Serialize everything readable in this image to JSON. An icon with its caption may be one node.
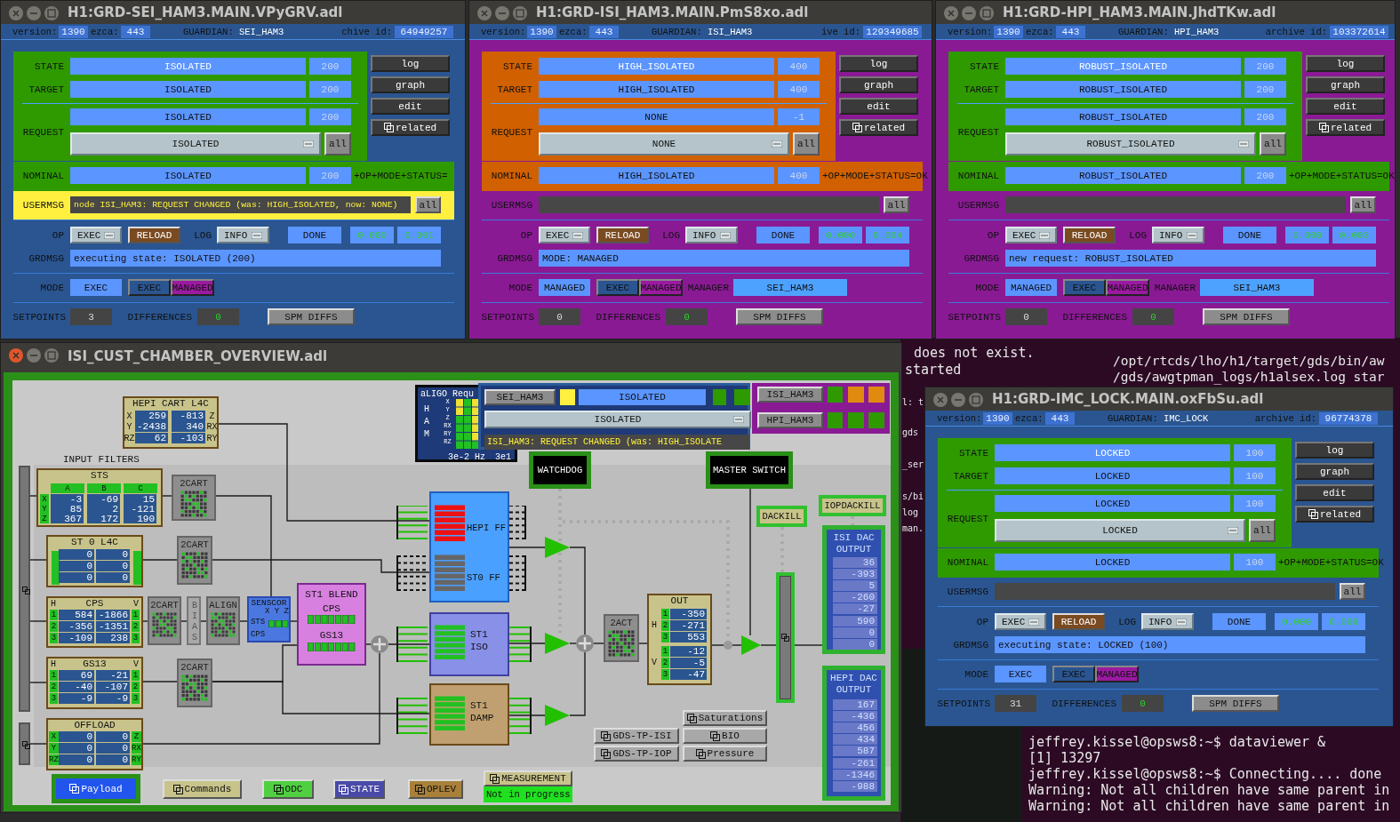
{
  "diagram": {
    "nodes": [
      {
        "text": [
          "H1:GRD-SEI_HAM3.MAIN.VPyGRV.adl"
        ]
      },
      {
        "text": [
          "1390"
        ],
        "in": 0
      },
      {
        "text": [
          "443"
        ],
        "in": 0
      },
      {
        "text": [
          "64949257"
        ],
        "in": 0
      },
      {
        "text": [
          "ISOLATED"
        ],
        "in": 0
      },
      {
        "text": [
          "200"
        ],
        "in": 0
      },
      {
        "text": [
          "log"
        ],
        "in": 0
      },
      {
        "text": [
          "ISOLATED"
        ],
        "in": 0
      },
      {
        "text": [
          "200"
        ],
        "in": 0
      },
      {
        "text": [
          "graph"
        ],
        "in": 0
      },
      {
        "text": [
          "ISOLATED"
        ],
        "in": 0
      },
      {
        "text": [
          "200"
        ],
        "in": 0
      },
      {
        "text": [
          "edit"
        ],
        "in": 0
      },
      {
        "text": [
          "related"
        ],
        "in": 0
      },
      {
        "text": [
          "ISOLATED"
        ],
        "in": 0
      },
      {
        "text": [
          "all"
        ],
        "in": 0
      },
      {
        "text": [
          "ISOLATED"
        ],
        "in": 0
      },
      {
        "text": [
          "200"
        ],
        "in": 0
      },
      {
        "text": [
          "node ISI_HAM3: REQUEST CHANGED (was: HIGH_ISOLATED, now: NONE)"
        ],
        "in": 0
      },
      {
        "text": [
          "all"
        ],
        "in": 0
      },
      {
        "text": [
          "EXEC"
        ],
        "in": 0
      },
      {
        "text": [
          "RELOAD"
        ],
        "in": 0
      },
      {
        "text": [
          "INFO"
        ],
        "in": 0
      },
      {
        "text": [
          "DONE"
        ],
        "in": 0
      },
      {
        "text": [
          "0.000"
        ],
        "in": 0
      },
      {
        "text": [
          "0.001"
        ],
        "in": 0
      },
      {
        "text": [
          "executing state: ISOLATED (200)"
        ],
        "in": 0
      },
      {
        "text": [
          "EXEC"
        ],
        "in": 0
      },
      {
        "text": [
          "EXEC"
        ],
        "in": 0
      },
      {
        "text": [
          "MANAGED"
        ],
        "in": 0
      },
      {
        "text": [
          "3"
        ],
        "in": 0
      },
      {
        "text": [
          "0"
        ],
        "in": 0
      },
      {
        "text": [
          "SPM DIFFS"
        ],
        "in": 0
      },
      {
        "text": [
          "H1:GRD-ISI_HAM3.MAIN.PmS8xo.adl"
        ]
      },
      {
        "text": [
          "1390"
        ],
        "in": 33
      },
      {
        "text": [
          "443"
        ],
        "in": 33
      },
      {
        "text": [
          "129349685"
        ],
        "in": 33
      },
      {
        "text": [
          "HIGH_ISOLATED"
        ],
        "in": 33
      },
      {
        "text": [
          "400"
        ],
        "in": 33
      },
      {
        "text": [
          "log"
        ],
        "in": 33
      },
      {
        "text": [
          "HIGH_ISOLATED"
        ],
        "in": 33
      },
      {
        "text": [
          "400"
        ],
        "in": 33
      },
      {
        "text": [
          "graph"
        ],
        "in": 33
      },
      {
        "text": [
          "NONE"
        ],
        "in": 33
      },
      {
        "text": [
          "-1"
        ],
        "in": 33
      },
      {
        "text": [
          "edit"
        ],
        "in": 33
      },
      {
        "text": [
          "related"
        ],
        "in": 33
      },
      {
        "text": [
          "NONE"
        ],
        "in": 33
      },
      {
        "text": [
          "all"
        ],
        "in": 33
      },
      {
        "text": [
          "HIGH_ISOLATED"
        ],
        "in": 33
      },
      {
        "text": [
          "400"
        ],
        "in": 33
      },
      {
        "text": [],
        "shape": "box",
        "in": 33
      },
      {
        "text": [
          "all"
        ],
        "in": 33
      },
      {
        "text": [
          "EXEC"
        ],
        "in": 33
      },
      {
        "text": [
          "RELOAD"
        ],
        "in": 33
      },
      {
        "text": [
          "INFO"
        ],
        "in": 33
      },
      {
        "text": [
          "DONE"
        ],
        "in": 33
      },
      {
        "text": [
          "0.000"
        ],
        "in": 33
      },
      {
        "text": [
          "0.004"
        ],
        "in": 33
      },
      {
        "text": [
          "MODE: MANAGED"
        ],
        "in": 33
      },
      {
        "text": [
          "MANAGED"
        ],
        "in": 33
      },
      {
        "text": [
          "EXEC"
        ],
        "in": 33
      },
      {
        "text": [
          "MANAGED"
        ],
        "in": 33
      },
      {
        "text": [
          "SEI_HAM3"
        ],
        "in": 33
      },
      {
        "text": [
          "0"
        ],
        "in": 33
      },
      {
        "text": [
          "0"
        ],
        "in": 33
      },
      {
        "text": [
          "SPM DIFFS"
        ],
        "in": 33
      },
      {
        "text": [
          "H1:GRD-HPI_HAM3.MAIN.JhdTKw.adl"
        ]
      },
      {
        "text": [
          "1390"
        ],
        "in": 67
      },
      {
        "text": [
          "443"
        ],
        "in": 67
      },
      {
        "text": [
          "103372614"
        ],
        "in": 67
      },
      {
        "text": [
          "ROBUST_ISOLATED"
        ],
        "in": 67
      },
      {
        "text": [
          "200"
        ],
        "in": 67
      },
      {
        "text": [
          "log"
        ],
        "in": 67
      },
      {
        "text": [
          "ROBUST_ISOLATED"
        ],
        "in": 67
      },
      {
        "text": [
          "200"
        ],
        "in": 67
      },
      {
        "text": [
          "graph"
        ],
        "in": 67
      },
      {
        "text": [
          "ROBUST_ISOLATED"
        ],
        "in": 67
      },
      {
        "text": [
          "200"
        ],
        "in": 67
      },
      {
        "text": [
          "edit"
        ],
        "in": 67
      },
      {
        "text": [
          "related"
        ],
        "in": 67
      },
      {
        "text": [
          "ROBUST_ISOLATED"
        ],
        "in": 67
      },
      {
        "text": [
          "all"
        ],
        "in": 67
      },
      {
        "text": [
          "ROBUST_ISOLATED"
        ],
        "in": 67
      },
      {
        "text": [
          "200"
        ],
        "in": 67
      },
      {
        "text": [],
        "shape": "box",
        "in": 67
      },
      {
        "text": [
          "all"
        ],
        "in": 67
      },
      {
        "text": [
          "EXEC"
        ],
        "in": 67
      },
      {
        "text": [
          "RELOAD"
        ],
        "in": 67
      },
      {
        "text": [
          "INFO"
        ],
        "in": 67
      },
      {
        "text": [
          "DONE"
        ],
        "in": 67
      },
      {
        "text": [
          "0.000"
        ],
        "in": 67
      },
      {
        "text": [
          "0.003"
        ],
        "in": 67
      },
      {
        "text": [
          "new request: ROBUST_ISOLATED"
        ],
        "in": 67
      },
      {
        "text": [
          "MANAGED"
        ],
        "in": 67
      },
      {
        "text": [
          "EXEC"
        ],
        "in": 67
      },
      {
        "text": [
          "MANAGED"
        ],
        "in": 67
      },
      {
        "text": [
          "SEI_HAM3"
        ],
        "in": 67
      },
      {
        "text": [
          "0"
        ],
        "in": 67
      },
      {
        "text": [
          "0"
        ],
        "in": 67
      },
      {
        "text": [
          "SPM DIFFS"
        ],
        "in": 67
      },
      {
        "text": [
          "ISI_CUST_CHAMBER_OVERVIEW.adl"
        ]
      },
      {
        "text": [
          "HEPI CART L4C"
        ],
        "in": 101
      },
      {
        "text": [],
        "shape": "bar",
        "in": 101
      },
      {
        "text": [
          "STS"
        ],
        "in": 101
      },
      {
        "text": [
          "2CART"
        ],
        "in": 101
      },
      {
        "text": [
          "ST 0 L4C"
        ],
        "in": 101
      },
      {
        "text": [
          "2CART"
        ],
        "in": 101
      },
      {
        "text": [
          "CPS"
        ],
        "in": 101
      },
      {
        "text": [
          "2CART"
        ],
        "in": 101
      },
      {
        "text": [
          "BIAS"
        ],
        "in": 101
      },
      {
        "text": [
          "ALIGN"
        ],
        "in": 101
      },
      {
        "text": [
          "SENSCOR"
        ],
        "in": 101
      },
      {
        "text": [
          "ST1 BLEND",
          "CPS",
          "GS13"
        ],
        "in": 101
      },
      {
        "text": [],
        "shape": "circle",
        "in": 101
      },
      {
        "text": [
          "GS13"
        ],
        "in": 101
      },
      {
        "text": [
          "2CART"
        ],
        "in": 101
      },
      {
        "text": [],
        "shape": "bar",
        "in": 101
      },
      {
        "text": [
          "OFFLOAD"
        ],
        "in": 101
      },
      {
        "text": [
          "aLIGO Requ"
        ],
        "in": 101
      },
      {
        "text": [],
        "shape": "box",
        "in": 101
      },
      {
        "text": [
          "SEI_HAM3"
        ],
        "in": 120
      },
      {
        "text": [
          "ISOLATED"
        ],
        "in": 120
      },
      {
        "text": [
          "ISOLATED"
        ],
        "in": 120
      },
      {
        "text": [
          "ISI_HAM3: REQUEST CHANGED (was: HIGH_ISOLATE"
        ],
        "in": 120
      },
      {
        "text": [],
        "shape": "box",
        "in": 101
      },
      {
        "text": [
          "ISI_HAM3"
        ],
        "in": 125
      },
      {
        "text": [
          "HPI_HAM3"
        ],
        "in": 125
      },
      {
        "text": [
          "WATCHDOG"
        ],
        "in": 101
      },
      {
        "text": [
          "MASTER SWITCH"
        ],
        "in": 101
      },
      {
        "text": [
          "HEPI FF",
          "ST0 FF"
        ],
        "in": 101
      },
      {
        "text": [
          "ST1 ISO"
        ],
        "in": 101
      },
      {
        "text": [
          "ST1 DAMP"
        ],
        "in": 101
      },
      {
        "text": [],
        "shape": "triangle",
        "in": 101
      },
      {
        "text": [],
        "shape": "triangle",
        "in": 101
      },
      {
        "text": [],
        "shape": "triangle",
        "in": 101
      },
      {
        "text": [],
        "shape": "circle",
        "in": 101
      },
      {
        "text": [
          "2ACT"
        ],
        "in": 101
      },
      {
        "text": [
          "OUT"
        ],
        "in": 101
      },
      {
        "text": [],
        "shape": "circle",
        "in": 101
      },
      {
        "text": [],
        "shape": "triangle",
        "in": 101
      },
      {
        "text": [
          "DACKILL"
        ],
        "in": 101
      },
      {
        "text": [
          "IOPDACKILL"
        ],
        "in": 101
      },
      {
        "text": [],
        "shape": "bar",
        "in": 101
      },
      {
        "text": [
          "ISI DAC OUTPUT"
        ],
        "in": 101
      },
      {
        "text": [
          "HEPI DAC OUTPUT"
        ],
        "in": 101
      },
      {
        "text": [
          "Saturations"
        ],
        "in": 101
      },
      {
        "text": [
          "GDS-TP-ISI"
        ],
        "in": 101
      },
      {
        "text": [
          "BIO"
        ],
        "in": 101
      },
      {
        "text": [
          "GDS-TP-IOP"
        ],
        "in": 101
      },
      {
        "text": [
          "Pressure"
        ],
        "in": 101
      },
      {
        "text": [
          "Payload"
        ],
        "in": 101
      },
      {
        "text": [
          "Commands"
        ],
        "in": 101
      },
      {
        "text": [
          "ODC"
        ],
        "in": 101
      },
      {
        "text": [
          "STATE"
        ],
        "in": 101
      },
      {
        "text": [
          "OPLEV"
        ],
        "in": 101
      },
      {
        "text": [
          "MEASUREMENT"
        ],
        "in": 101
      },
      {
        "text": [
          "Not in progress"
        ],
        "in": 101
      },
      {
        "text": [
          "H1:GRD-IMC_LOCK.MAIN.oxFbSu.adl"
        ]
      },
      {
        "text": [
          "1390"
        ],
        "in": 158
      },
      {
        "text": [
          "443"
        ],
        "in": 158
      },
      {
        "text": [
          "96774378"
        ],
        "in": 158
      },
      {
        "text": [
          "LOCKED"
        ],
        "in": 158
      },
      {
        "text": [
          "100"
        ],
        "in": 158
      },
      {
        "text": [
          "log"
        ],
        "in": 158
      },
      {
        "text": [
          "LOCKED"
        ],
        "in": 158
      },
      {
        "text": [
          "100"
        ],
        "in": 158
      },
      {
        "text": [
          "graph"
        ],
        "in": 158
      },
      {
        "text": [
          "LOCKED"
        ],
        "in": 158
      },
      {
        "text": [
          "100"
        ],
        "in": 158
      },
      {
        "text": [
          "edit"
        ],
        "in": 158
      },
      {
        "text": [
          "related"
        ],
        "in": 158
      },
      {
        "text": [
          "LOCKED"
        ],
        "in": 158
      },
      {
        "text": [
          "all"
        ],
        "in": 158
      },
      {
        "text": [
          "LOCKED"
        ],
        "in": 158
      },
      {
        "text": [
          "100"
        ],
        "in": 158
      },
      {
        "text": [],
        "shape": "box",
        "in": 158
      },
      {
        "text": [
          "all"
        ],
        "in": 158
      },
      {
        "text": [
          "EXEC"
        ],
        "in": 158
      },
      {
        "text": [
          "RELOAD"
        ],
        "in": 158
      },
      {
        "text": [
          "INFO"
        ],
        "in": 158
      },
      {
        "text": [
          "DONE"
        ],
        "in": 158
      },
      {
        "text": [
          "0.000"
        ],
        "in": 158
      },
      {
        "text": [
          "0.006"
        ],
        "in": 158
      },
      {
        "text": [
          "executing state: LOCKED (100)"
        ],
        "in": 158
      },
      {
        "text": [
          "EXEC"
        ],
        "in": 158
      },
      {
        "text": [
          "EXEC"
        ],
        "in": 158
      },
      {
        "text": [
          "MANAGED"
        ],
        "in": 158
      },
      {
        "text": [
          "31"
        ],
        "in": 158
      },
      {
        "text": [
          "0"
        ],
        "in": 158
      },
      {
        "text": [
          "SPM DIFFS"
        ],
        "in": 158
      }
    ],
    "edges": [
      {
        "from": 103,
        "to": 104,
        "arrow": "none"
      },
      {
        "from": 103,
        "to": 106,
        "arrow": "none"
      },
      {
        "from": 103,
        "to": 108,
        "arrow": "none"
      },
      {
        "from": 103,
        "to": 115,
        "arrow": "none"
      },
      {
        "from": 117,
        "to": 118,
        "arrow": "none"
      },
      {
        "from": 102,
        "to": 130,
        "arrow": "none"
      },
      {
        "from": 104,
        "to": 105,
        "arrow": "none"
      },
      {
        "from": 105,
        "to": 112,
        "arrow": "none"
      },
      {
        "from": 106,
        "to": 107,
        "arrow": "none"
      },
      {
        "from": 107,
        "to": 130,
        "arrow": "none"
      },
      {
        "from": 108,
        "to": 109,
        "arrow": "none"
      },
      {
        "from": 109,
        "to": 110,
        "arrow": "none"
      },
      {
        "from": 110,
        "to": 111,
        "arrow": "none"
      },
      {
        "from": 111,
        "to": 112,
        "arrow": "none"
      },
      {
        "from": 112,
        "to": 113,
        "arrow": "none"
      },
      {
        "from": 115,
        "to": 116,
        "arrow": "none"
      },
      {
        "from": 116,
        "to": 113,
        "arrow": "none"
      },
      {
        "from": 116,
        "to": 132,
        "arrow": "none"
      },
      {
        "from": 113,
        "to": 114,
        "arrow": "none"
      },
      {
        "from": 118,
        "to": 114,
        "arrow": "none"
      },
      {
        "from": 114,
        "to": 131,
        "arrow": "none"
      },
      {
        "from": 130,
        "to": 133,
        "arrow": "none"
      },
      {
        "from": 131,
        "to": 134,
        "arrow": "none"
      },
      {
        "from": 132,
        "to": 135,
        "arrow": "none"
      },
      {
        "from": 133,
        "to": 136,
        "arrow": "none"
      },
      {
        "from": 134,
        "to": 136,
        "arrow": "none"
      },
      {
        "from": 135,
        "to": 136,
        "arrow": "none"
      },
      {
        "from": 136,
        "to": 137,
        "arrow": "none"
      },
      {
        "from": 137,
        "to": 138,
        "arrow": "none"
      },
      {
        "from": 138,
        "to": 139,
        "arrow": "none"
      },
      {
        "from": 139,
        "to": 140,
        "arrow": "none"
      },
      {
        "from": 140,
        "to": 143,
        "arrow": "none"
      },
      {
        "from": 143,
        "to": 144,
        "arrow": "none"
      },
      {
        "from": 128,
        "to": 134,
        "arrow": "none",
        "style": "dashed",
        "color": "#a8a8a8"
      },
      {
        "from": 128,
        "to": 139,
        "arrow": "none",
        "style": "dashed",
        "color": "#a8a8a8"
      },
      {
        "from": 129,
        "to": 140,
        "arrow": "none"
      },
      {
        "from": 141,
        "to": 143,
        "arrow": "none",
        "style": "dashed",
        "color": "#a8a8a8"
      },
      {
        "from": 142,
        "to": 144,
        "arrow": "none",
        "style": "dashed",
        "color": "#a8a8a8"
      }
    ],
    "labels": [
      "version:",
      "ezca:",
      "GUARDIAN:",
      "SEI_HAM3",
      "chive id:",
      "STATE",
      "TARGET",
      "REQUEST",
      "NOMINAL",
      "+OP+MODE+STATUS=",
      "USERMSG",
      "OP",
      "LOG",
      "GRDMSG",
      "MODE",
      "SETPOINTS",
      "DIFFERENCES",
      "version:",
      "ezca:",
      "GUARDIAN:",
      "ISI_HAM3",
      "ive id:",
      "STATE",
      "TARGET",
      "REQUEST",
      "NOMINAL",
      "+OP+MODE+STATUS=OK",
      "USERMSG",
      "OP",
      "LOG",
      "GRDMSG",
      "MODE",
      "MANAGER",
      "SETPOINTS",
      "DIFFERENCES",
      "version:",
      "ezca:",
      "GUARDIAN:",
      "HPI_HAM3",
      "archive id:",
      "STATE",
      "TARGET",
      "REQUEST",
      "NOMINAL",
      "+OP+MODE+STATUS=OK",
      "USERMSG",
      "OP",
      "LOG",
      "GRDMSG",
      "MODE",
      "MANAGER",
      "SETPOINTS",
      "DIFFERENCES",
      "X",
      "259",
      "-813",
      "Z",
      "Y",
      "-2438",
      "340",
      "RX",
      "RZ",
      "62",
      "-103",
      "RY",
      "INPUT FILTERS",
      "A",
      "B",
      "C",
      "X",
      "-3",
      "-69",
      "15",
      "Y",
      "85",
      "2",
      "-121",
      "Z",
      "367",
      "172",
      "190",
      "0",
      "0",
      "0",
      "0",
      "0",
      "0",
      "H",
      "V",
      "1",
      "584",
      "-1866",
      "1",
      "2",
      "-356",
      "-1351",
      "2",
      "3",
      "-109",
      "238",
      "3",
      "X Y Z",
      "STS",
      "CPS",
      "H",
      "V",
      "1",
      "69",
      "-21",
      "1",
      "2",
      "-40",
      "-107",
      "2",
      "3",
      "-9",
      "-9",
      "3",
      "X",
      "0",
      "0",
      "Z",
      "Y",
      "0",
      "0",
      "RX",
      "RZ",
      "0",
      "0",
      "RY",
      "H",
      "A",
      "M",
      "X",
      "Y",
      "Z",
      "RX",
      "RY",
      "RZ",
      "3e-2",
      "Hz",
      "3e1",
      "H",
      "1",
      "-350",
      "2",
      "-271",
      "3",
      "553",
      "V",
      "1",
      "-12",
      "2",
      "-5",
      "3",
      "-47",
      "36",
      "-393",
      "5",
      "-260",
      "-27",
      "590",
      "0",
      "0",
      "167",
      "-436",
      "456",
      "434",
      "587",
      "-261",
      "-1346",
      "-988",
      "version:",
      "ezca:",
      "GUARDIAN:",
      "IMC_LOCK",
      "archive id:",
      "STATE",
      "TARGET",
      "REQUEST",
      "NOMINAL",
      "+OP+MODE+STATUS=OK",
      "USERMSG",
      "OP",
      "LOG",
      "GRDMSG",
      "MODE",
      "SETPOINTS",
      "DIFFERENCES",
      "does not exist.",
      "started",
      "l: t",
      "gds",
      "_ser",
      "s/bi",
      "log",
      "man.",
      "/opt/rtcds/lho/h1/target/gds/bin/aw",
      "/gds/awgtpman_logs/h1alsex.log star",
      "jeffrey.kissel@opsws8:~$ dataviewer &",
      "[1] 13297",
      "jeffrey.kissel@opsws8:~$ Connecting.... done",
      "Warning: Not all children have same parent in",
      "Warning: Not all children have same parent in"
    ]
  }
}
